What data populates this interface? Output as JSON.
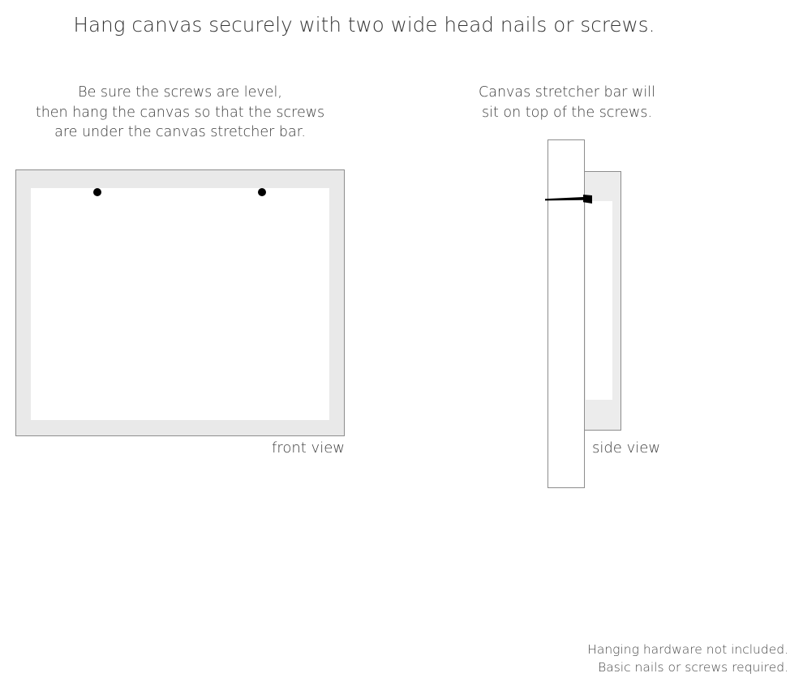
{
  "title": "Hang canvas securely with two wide head nails or screws.",
  "front_section": {
    "caption_lines": [
      "Be sure the screws are level,",
      "then hang the canvas so that the screws",
      "are under the canvas stretcher bar."
    ],
    "view_label": "front view",
    "screw_count": 2
  },
  "side_section": {
    "caption_lines": [
      "Canvas stretcher bar will",
      "sit on top of the screws."
    ],
    "view_label": "side view"
  },
  "footer_lines": [
    "Hanging hardware not included.",
    "Basic nails or screws required."
  ],
  "colors": {
    "frame_fill": "#e9e9e9",
    "frame_border": "#8d8d8d",
    "canvas_fill": "#ffffff",
    "nail": "#000000",
    "text": "#3b3b3b",
    "title_text": "#333333",
    "background": "#ffffff"
  }
}
